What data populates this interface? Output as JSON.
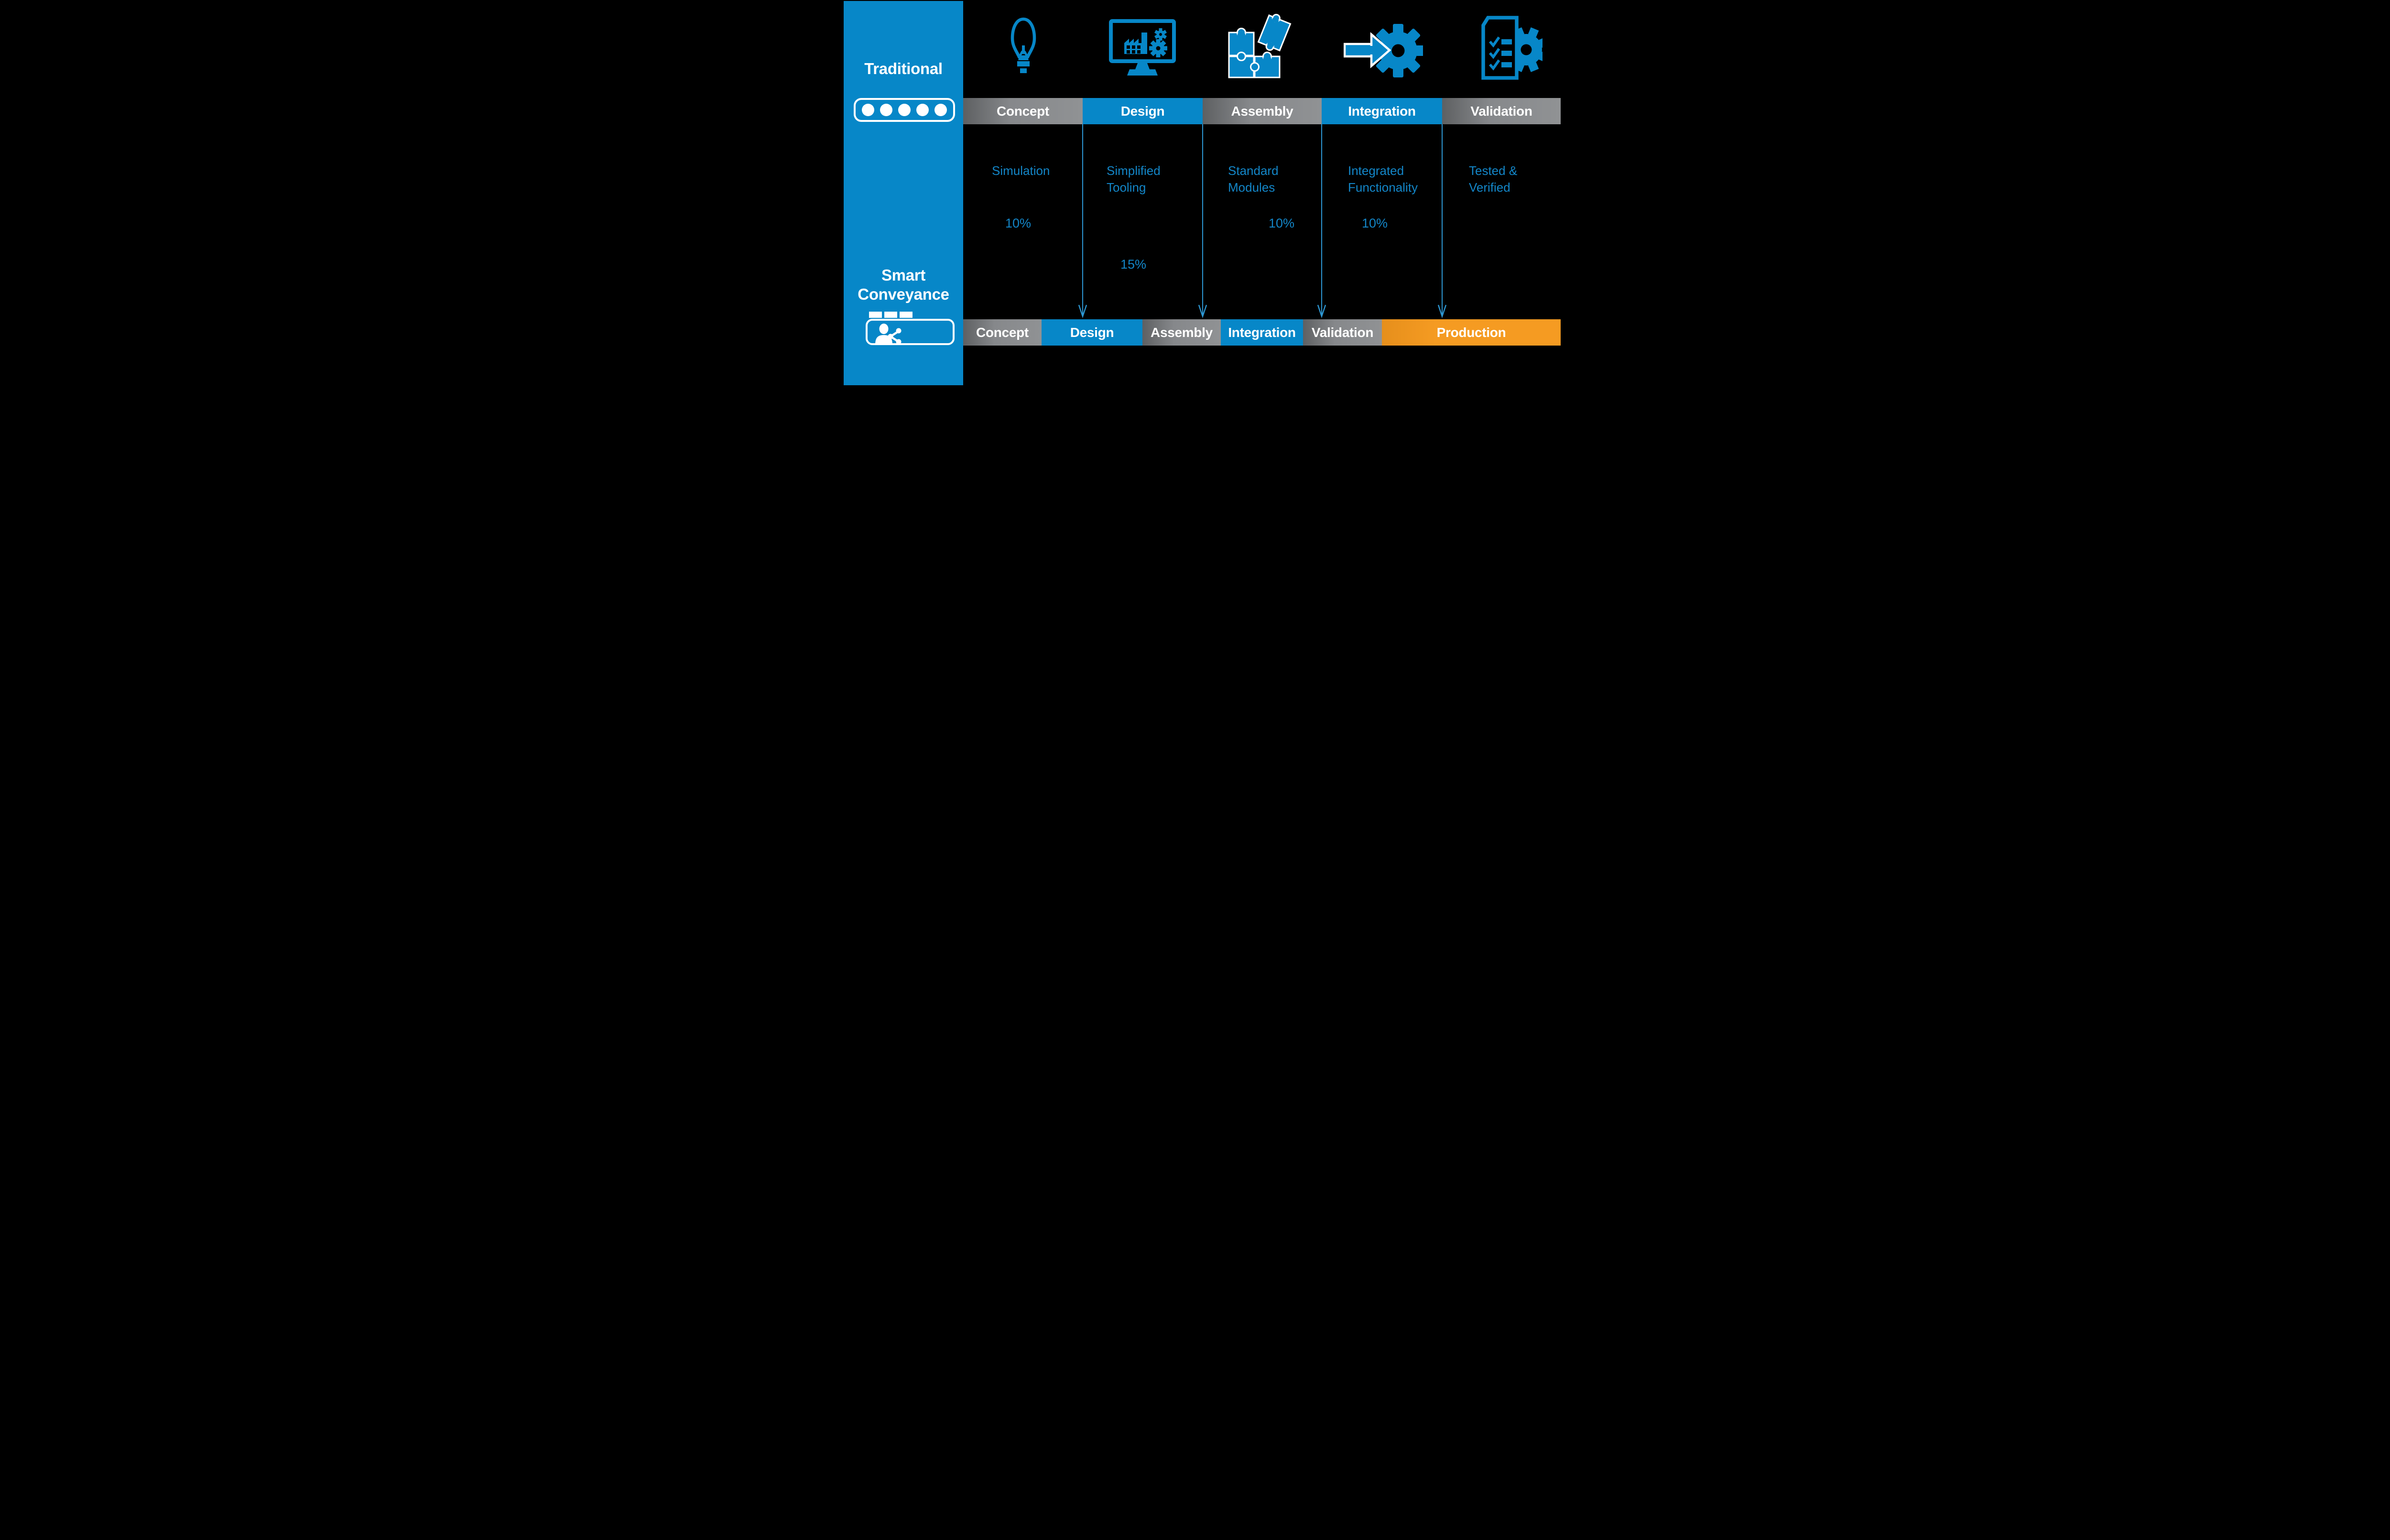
{
  "colors": {
    "accent_blue": "#0787c8",
    "label_blue": "#1386c8",
    "segment_gray": "#8d8f91",
    "production_orange": "#f59b22",
    "arrow_blue": "#2d97d3",
    "text_white": "#ffffff",
    "background": "#000000"
  },
  "sidebar": {
    "traditional_label": "Traditional",
    "smart_label": "Smart Conveyance",
    "traditional_icon": "conveyor-rollers-icon",
    "smart_icon": "person-share-icon"
  },
  "phase_icons": {
    "concept": "lightbulb-icon",
    "design": "monitor-factory-gears-icon",
    "assembly": "puzzle-pieces-icon",
    "integration": "arrow-into-gear-icon",
    "validation": "checklist-document-gear-icon"
  },
  "top_bar": {
    "row": "Traditional",
    "segments": [
      {
        "label": "Concept",
        "color": "gray"
      },
      {
        "label": "Design",
        "color": "blue"
      },
      {
        "label": "Assembly",
        "color": "gray"
      },
      {
        "label": "Integration",
        "color": "blue"
      },
      {
        "label": "Validation",
        "color": "gray"
      }
    ]
  },
  "bottom_bar": {
    "row": "Smart Conveyance",
    "segments": [
      {
        "label": "Concept",
        "color": "gray"
      },
      {
        "label": "Design",
        "color": "blue"
      },
      {
        "label": "Assembly",
        "color": "gray"
      },
      {
        "label": "Integration",
        "color": "blue"
      },
      {
        "label": "Validation",
        "color": "gray"
      },
      {
        "label": "Production",
        "color": "orange"
      }
    ]
  },
  "annotations": [
    {
      "phase": "Concept",
      "lines": [
        "Simulation"
      ],
      "percent": "10%"
    },
    {
      "phase": "Design",
      "lines": [
        "Simplified",
        "Tooling"
      ],
      "percent": "15%"
    },
    {
      "phase": "Assembly",
      "lines": [
        "Standard",
        "Modules"
      ],
      "percent": "10%"
    },
    {
      "phase": "Integration",
      "lines": [
        "Integrated",
        "Functionality"
      ],
      "percent": "10%"
    },
    {
      "phase": "Validation",
      "lines": [
        "Tested &",
        "Verified"
      ],
      "percent": null
    }
  ]
}
